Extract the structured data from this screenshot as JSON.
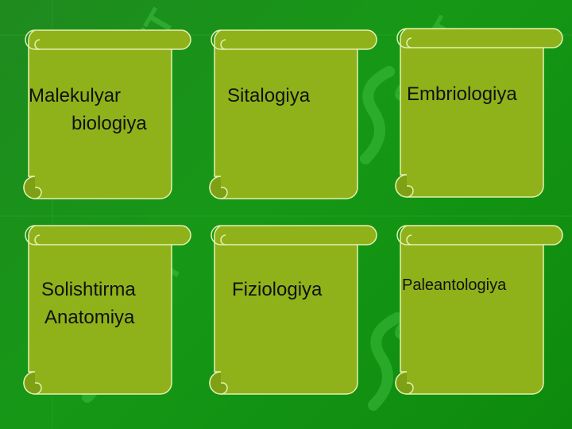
{
  "slide": {
    "background": "#169816",
    "scroll_color": "#8fb21a",
    "scroll_stroke": "#e6f0b0",
    "watermark_text": "SOFT"
  },
  "cards": [
    {
      "line1": "Malekulyar",
      "line2": "biologiya"
    },
    {
      "line1": "Sitalogiya"
    },
    {
      "line1": "Embriologiya"
    },
    {
      "line1": "Solishtirma",
      "line2": "Anatomiya"
    },
    {
      "line1": "Fiziologiya"
    },
    {
      "line1": "Paleantologiya"
    }
  ]
}
